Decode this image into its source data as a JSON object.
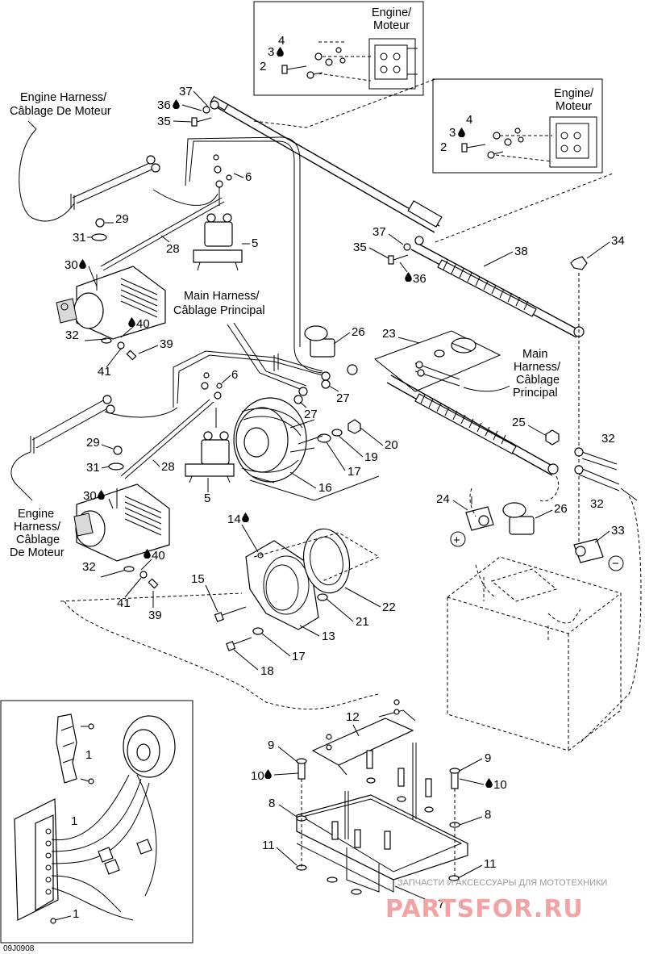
{
  "labels": {
    "engine_moteur": [
      "Engine/",
      "Moteur"
    ],
    "engine_harness": [
      "Engine Harness/",
      "Câblage De Moteur"
    ],
    "engine_harness_stacked": [
      "Engine",
      "Harness/",
      "Câblage",
      "De Moteur"
    ],
    "main_harness": [
      "Main Harness/",
      "Câblage Principal"
    ],
    "main_harness_stacked": [
      "Main",
      "Harness/",
      "Câblage",
      "Principal"
    ]
  },
  "part_numbers": {
    "n1": "1",
    "n2": "2",
    "n3": "3",
    "n4": "4",
    "n5": "5",
    "n6": "6",
    "n7": "7",
    "n8": "8",
    "n9": "9",
    "n10": "10",
    "n11": "11",
    "n12": "12",
    "n13": "13",
    "n14": "14",
    "n15": "15",
    "n16": "16",
    "n17": "17",
    "n18": "18",
    "n19": "19",
    "n20": "20",
    "n21": "21",
    "n22": "22",
    "n23": "23",
    "n24": "24",
    "n25": "25",
    "n26": "26",
    "n27": "27",
    "n28": "28",
    "n29": "29",
    "n30": "30",
    "n31": "31",
    "n32": "32",
    "n33": "33",
    "n34": "34",
    "n35": "35",
    "n36": "36",
    "n37": "37",
    "n38": "38",
    "n39": "39",
    "n40": "40",
    "n41": "41"
  },
  "polarity": {
    "positive": "+",
    "negative": "−"
  },
  "diagram_code": "09J0908",
  "watermark": {
    "caption": "ЗАПЧАСТИ И АКСЕССУАРЫ ДЛЯ МОТОТЕХНИКИ",
    "logo": "PARTSFOR.RU"
  },
  "colors": {
    "line": "#000000",
    "watermark_logo": "#f3a3a3",
    "watermark_caption": "#9a9a9a"
  },
  "icons": [
    "drop-icon"
  ]
}
